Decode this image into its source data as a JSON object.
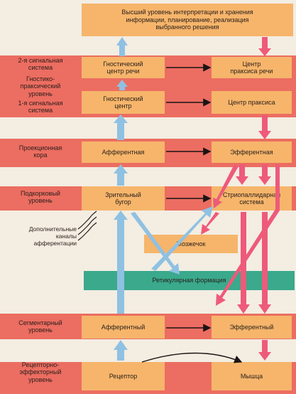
{
  "top_level": "Высший уровень интерпретации и  хранения\nинформации, планирование, реализация\nвыбранного решения",
  "levels": {
    "signal2": "2-я сигнальная\nсистема",
    "gnostic_praxic": "Гностико-\nпраксический\nуровень",
    "signal1": "1-я сигнальная\nсистема",
    "projection_cortex": "Проекционная\nкора",
    "subcortical": "Подкорковый\nуровень",
    "segmental": "Сегментарный\nуровень",
    "receptor_effector": "Рецепторно-\nэффекторный\nуровень"
  },
  "afferent_column": {
    "speech_gnostic": "Гностический\nцентр речи",
    "gnostic": "Гностический\nцентр",
    "afferent_cortex": "Афферентная",
    "thalamus": "Зрительный\nбугор",
    "afferent_segment": "Афферентный",
    "receptor": "Рецептор"
  },
  "efferent_column": {
    "speech_praxis": "Центр\nпраксиса речи",
    "praxis": "Центр праксиса",
    "efferent_cortex": "Эфферентная",
    "striopallidar": "Стриопаллидарная\nсистема",
    "efferent_segment": "Эфферентный",
    "muscle": "Мышца"
  },
  "cerebellum": "Мозжечок",
  "reticular": "Ретикулярная формация",
  "extra_channels": "Дополнительные\nканалы\nафферентации",
  "colors": {
    "red": "#ec6d61",
    "orange": "#f6b56b",
    "teal": "#3aa98c",
    "blue_arrow": "#8fc1e2",
    "pink_arrow": "#ee5a7a",
    "background": "#f3ede2"
  }
}
